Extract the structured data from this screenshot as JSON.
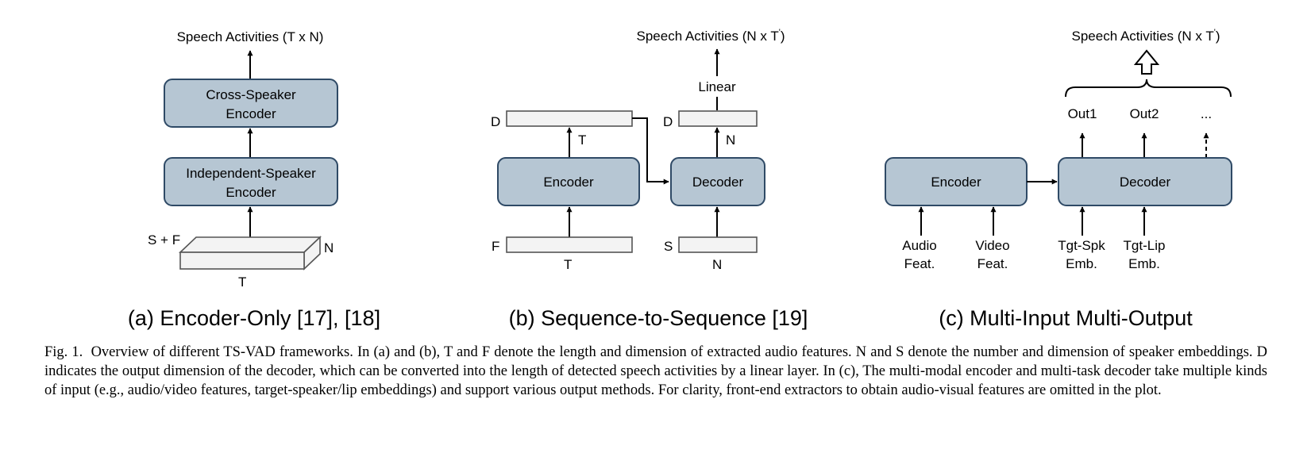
{
  "panel_a": {
    "output_label": "Speech Activities (T x N)",
    "cross_line1": "Cross-Speaker",
    "cross_line2": "Encoder",
    "indep_line1": "Independent-Speaker",
    "indep_line2": "Encoder",
    "dim_sf": "S + F",
    "dim_n": "N",
    "dim_t": "T",
    "subcaption": "(a) Encoder-Only [17], [18]"
  },
  "panel_b": {
    "output_label": "Speech Activities (N x T",
    "output_prime": "'",
    "output_close": ")",
    "linear": "Linear",
    "encoder": "Encoder",
    "decoder": "Decoder",
    "dim_d_left": "D",
    "dim_t_mid": "T",
    "dim_d_right": "D",
    "dim_n_mid": "N",
    "dim_f": "F",
    "dim_t_bottom": "T",
    "dim_s": "S",
    "dim_n_bottom": "N",
    "subcaption": "(b) Sequence-to-Sequence [19]"
  },
  "panel_c": {
    "output_label": "Speech Activities (N x T",
    "output_prime": "'",
    "output_close": ")",
    "out1": "Out1",
    "out2": "Out2",
    "out_more": "...",
    "encoder": "Encoder",
    "decoder": "Decoder",
    "audio_line1": "Audio",
    "audio_line2": "Feat.",
    "video_line1": "Video",
    "video_line2": "Feat.",
    "spk_line1": "Tgt-Spk",
    "spk_line2": "Emb.",
    "lip_line1": "Tgt-Lip",
    "lip_line2": "Emb.",
    "subcaption": "(c) Multi-Input Multi-Output"
  },
  "caption": {
    "fig": "Fig. 1.",
    "text": "Overview of different TS-VAD frameworks. In (a) and (b), T and F denote the length and dimension of extracted audio features. N and S denote the number and dimension of speaker embeddings. D indicates the output dimension of the decoder, which can be converted into the length of detected speech activities by a linear layer. In (c), The multi-modal encoder and multi-task decoder take multiple kinds of input (e.g., audio/video features, target-speaker/lip embeddings) and support various output methods. For clarity, front-end extractors to obtain audio-visual features are omitted in the plot."
  }
}
